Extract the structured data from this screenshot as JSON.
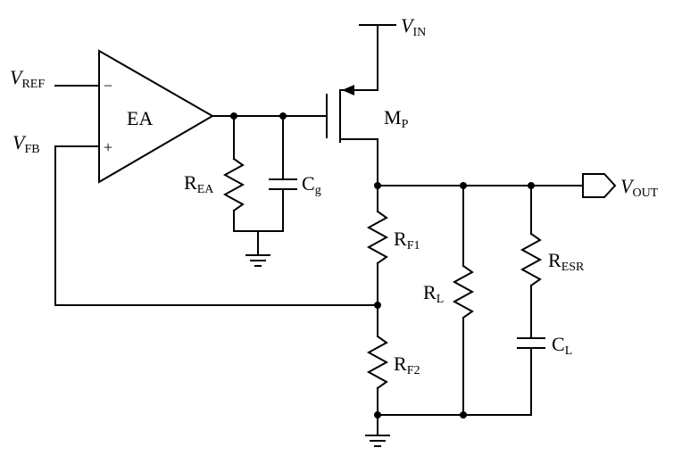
{
  "labels": {
    "vin": {
      "main": "V",
      "sub": "IN"
    },
    "vref": {
      "main": "V",
      "sub": "REF"
    },
    "vfb": {
      "main": "V",
      "sub": "FB"
    },
    "vout": {
      "main": "V",
      "sub": "OUT"
    },
    "ea": "EA",
    "minus": "−",
    "plus": "+",
    "mp": {
      "main": "M",
      "sub": "P"
    },
    "rea": {
      "main": "R",
      "sub": "EA"
    },
    "cg": {
      "main": "C",
      "sub": "g"
    },
    "rf1": {
      "main": "R",
      "sub": "F1"
    },
    "rf2": {
      "main": "R",
      "sub": "F2"
    },
    "rl": {
      "main": "R",
      "sub": "L"
    },
    "resr": {
      "main": "R",
      "sub": "ESR"
    },
    "cl": {
      "main": "C",
      "sub": "L"
    }
  }
}
